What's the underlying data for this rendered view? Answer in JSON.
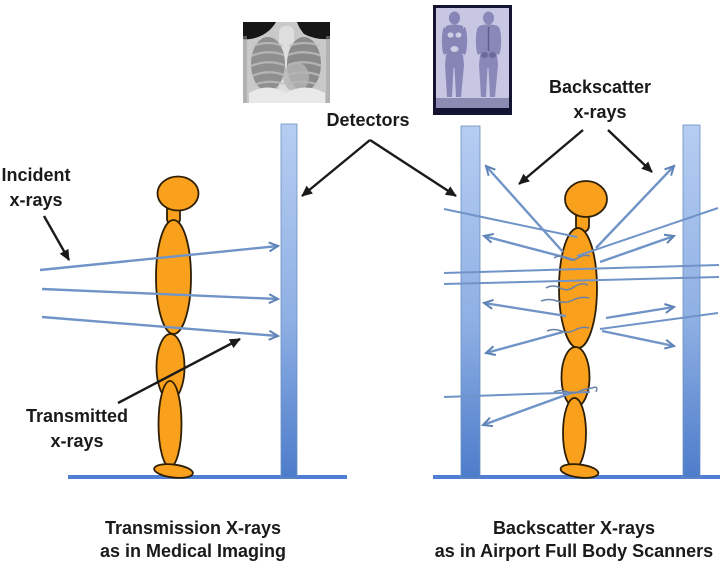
{
  "labels": {
    "incident": {
      "line1": "Incident",
      "line2": "x-rays"
    },
    "detectors": "Detectors",
    "backscatter": {
      "line1": "Backscatter",
      "line2": "x-rays"
    },
    "transmitted": {
      "line1": "Transmitted",
      "line2": "x-rays"
    }
  },
  "captions": {
    "left": {
      "line1": "Transmission X-rays",
      "line2": "as in Medical Imaging"
    },
    "right": {
      "line1": "Backscatter X-rays",
      "line2": "as in Airport Full Body Scanners"
    }
  },
  "images": {
    "chest_xray": "chest x-ray radiograph thumbnail",
    "body_scan": "backscatter full-body scan thumbnail, front and back views"
  },
  "colors": {
    "ray_blue": "#7094c8",
    "detector_top": "#b6cdf1",
    "detector_bottom": "#4d7cca",
    "figure_orange": "#F9A11C",
    "ground_blue": "#4f7ed2",
    "label_black": "#1a1a1a"
  }
}
